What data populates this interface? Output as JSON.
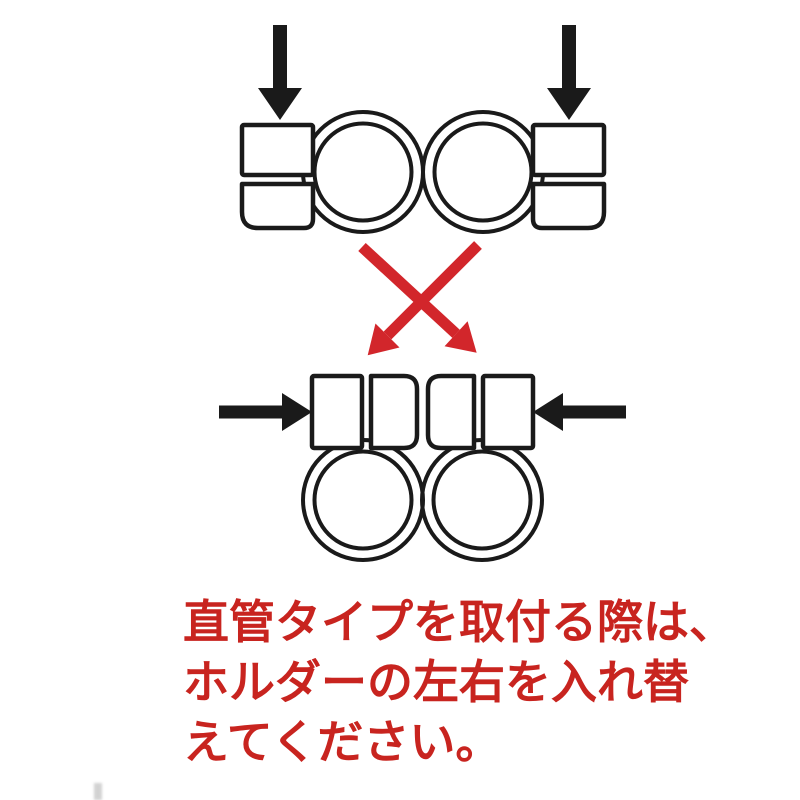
{
  "colors": {
    "background": "#ffffff",
    "line": "#1a1a1a",
    "accent_red": "#d2262b",
    "text_red": "#c8241f"
  },
  "caption": {
    "lines": [
      "直管タイプを取付る際は、",
      "ホルダーの左右を入れ替",
      "えてください。"
    ]
  }
}
